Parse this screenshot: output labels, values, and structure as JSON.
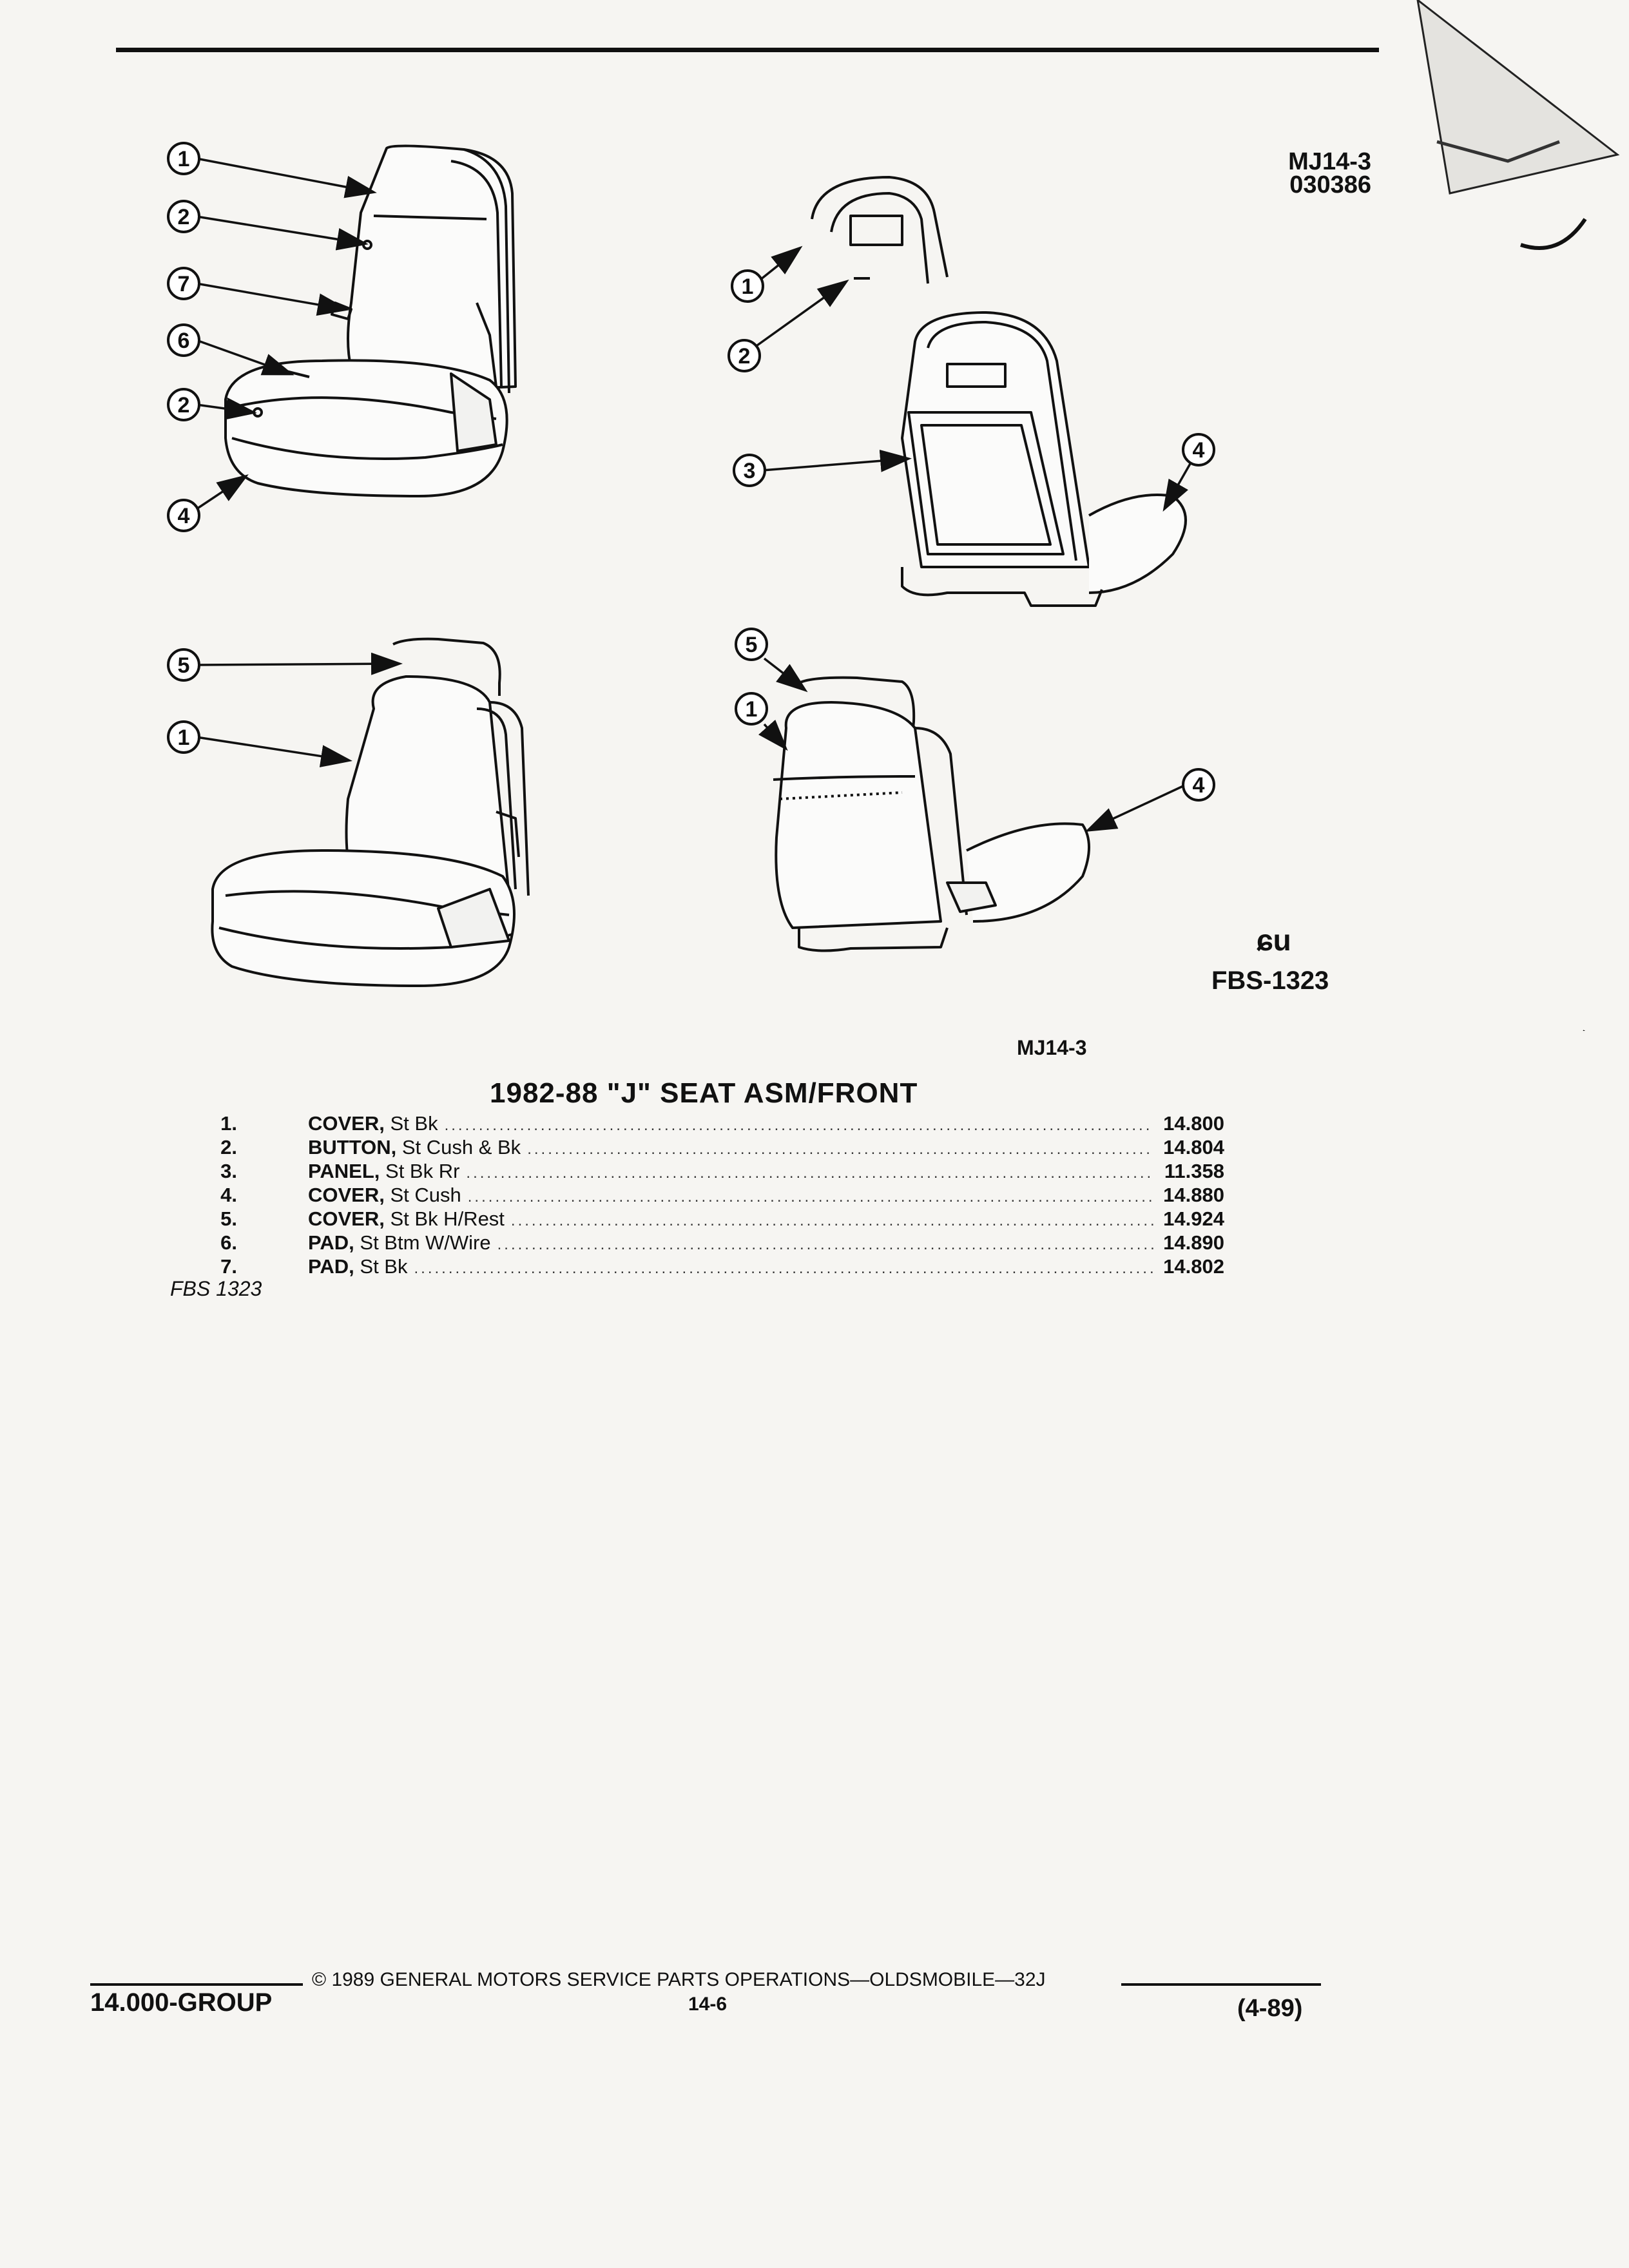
{
  "header": {
    "ref_code": "MJ14-3",
    "ref_number": "030386"
  },
  "figure": {
    "callouts": [
      "1",
      "2",
      "7",
      "6",
      "2",
      "4",
      "1",
      "2",
      "3",
      "4",
      "5",
      "1",
      "5",
      "1",
      "4"
    ],
    "symbol": "ɕu",
    "fbs_label": "FBS-1323",
    "mj_label": "MJ14-3"
  },
  "parts_list": {
    "title": "1982-88 \"J\" SEAT ASM/FRONT",
    "items": [
      {
        "num": "1.",
        "name": "COVER,",
        "desc": "St Bk",
        "part": "14.800"
      },
      {
        "num": "2.",
        "name": "BUTTON,",
        "desc": "St Cush & Bk",
        "part": "14.804"
      },
      {
        "num": "3.",
        "name": "PANEL,",
        "desc": "St Bk Rr",
        "part": "11.358"
      },
      {
        "num": "4.",
        "name": "COVER,",
        "desc": "St Cush",
        "part": "14.880"
      },
      {
        "num": "5.",
        "name": "COVER,",
        "desc": "St Bk H/Rest",
        "part": "14.924"
      },
      {
        "num": "6.",
        "name": "PAD,",
        "desc": "St Btm W/Wire",
        "part": "14.890"
      },
      {
        "num": "7.",
        "name": "PAD,",
        "desc": "St Bk",
        "part": "14.802"
      }
    ],
    "fbs_note": "FBS 1323"
  },
  "footer": {
    "group": "14.000-GROUP",
    "copyright": "© 1989 GENERAL MOTORS SERVICE PARTS OPERATIONS—OLDSMOBILE—32J",
    "page": "14-6",
    "date": "(4-89)"
  }
}
